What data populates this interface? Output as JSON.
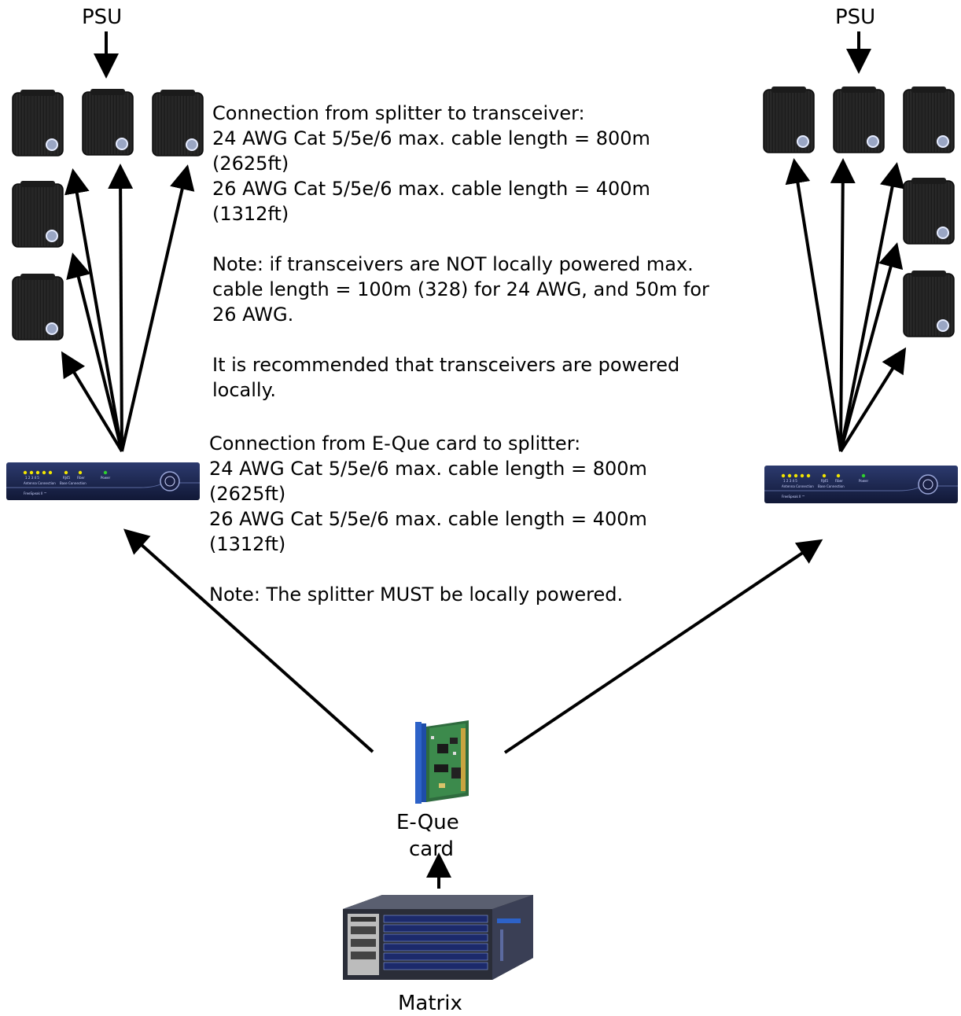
{
  "labels": {
    "psu_left": "PSU",
    "psu_right": "PSU",
    "eque_line1": "E-Que",
    "eque_line2": "card",
    "matrix": "Matrix"
  },
  "notes_transceiver": {
    "line1": "Connection from splitter to transceiver:",
    "line2": "24 AWG Cat 5/5e/6 max. cable length = 800m",
    "line3": "(2625ft)",
    "line4": "26 AWG Cat 5/5e/6 max. cable length = 400m",
    "line5": "(1312ft)",
    "line6": "Note: if transceivers are NOT locally powered max.",
    "line7": "cable length = 100m (328) for 24 AWG, and 50m for",
    "line8": "26 AWG.",
    "line9": "It is recommended that transceivers are powered",
    "line10": "locally."
  },
  "notes_splitter": {
    "line1": "Connection from E-Que card to splitter:",
    "line2": "24 AWG Cat 5/5e/6 max. cable length = 800m",
    "line3": "(2625ft)",
    "line4": "26 AWG Cat 5/5e/6 max. cable length = 400m",
    "line5": "(1312ft)",
    "line6": "Note: The splitter MUST be locally powered."
  },
  "splitter_panel": {
    "leds": [
      "1",
      "2",
      "3",
      "4",
      "5",
      "RJ45",
      "Fiber",
      "Power"
    ],
    "group_antenna": "Antenna Connection",
    "group_base": "Base Connection",
    "brand": "FreeSpeak II ™"
  },
  "colors": {
    "device_dark": "#1c1c1c",
    "splitter_blue": "#1f2b57",
    "led_yellow": "#f2e600",
    "led_green": "#2fd02f",
    "arrow": "#000000"
  }
}
